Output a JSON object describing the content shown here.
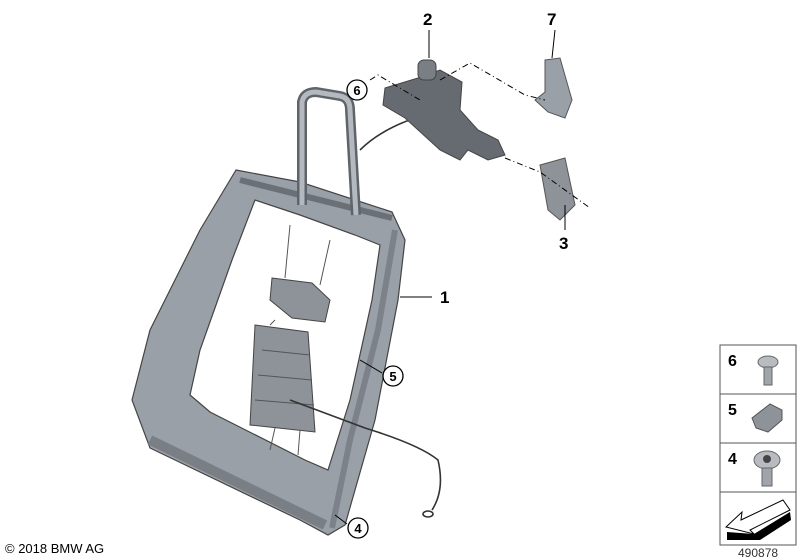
{
  "diagram": {
    "callouts": [
      {
        "number": "1",
        "style": "plain"
      },
      {
        "number": "2",
        "style": "plain"
      },
      {
        "number": "3",
        "style": "plain"
      },
      {
        "number": "4",
        "style": "circled"
      },
      {
        "number": "5",
        "style": "circled"
      },
      {
        "number": "6",
        "style": "circled"
      },
      {
        "number": "7",
        "style": "plain"
      }
    ]
  },
  "legend": {
    "items": [
      {
        "number": "6",
        "part_icon": "screw-icon"
      },
      {
        "number": "5",
        "part_icon": "clip-icon"
      },
      {
        "number": "4",
        "part_icon": "bolt-icon"
      },
      {
        "number": "",
        "part_icon": "arrow-icon"
      }
    ]
  },
  "footer": {
    "copyright": "© 2018 BMW AG",
    "diagram_id": "490878"
  },
  "colors": {
    "part_fill": "#8e939a",
    "part_dark": "#5f646b",
    "line": "#000000"
  }
}
